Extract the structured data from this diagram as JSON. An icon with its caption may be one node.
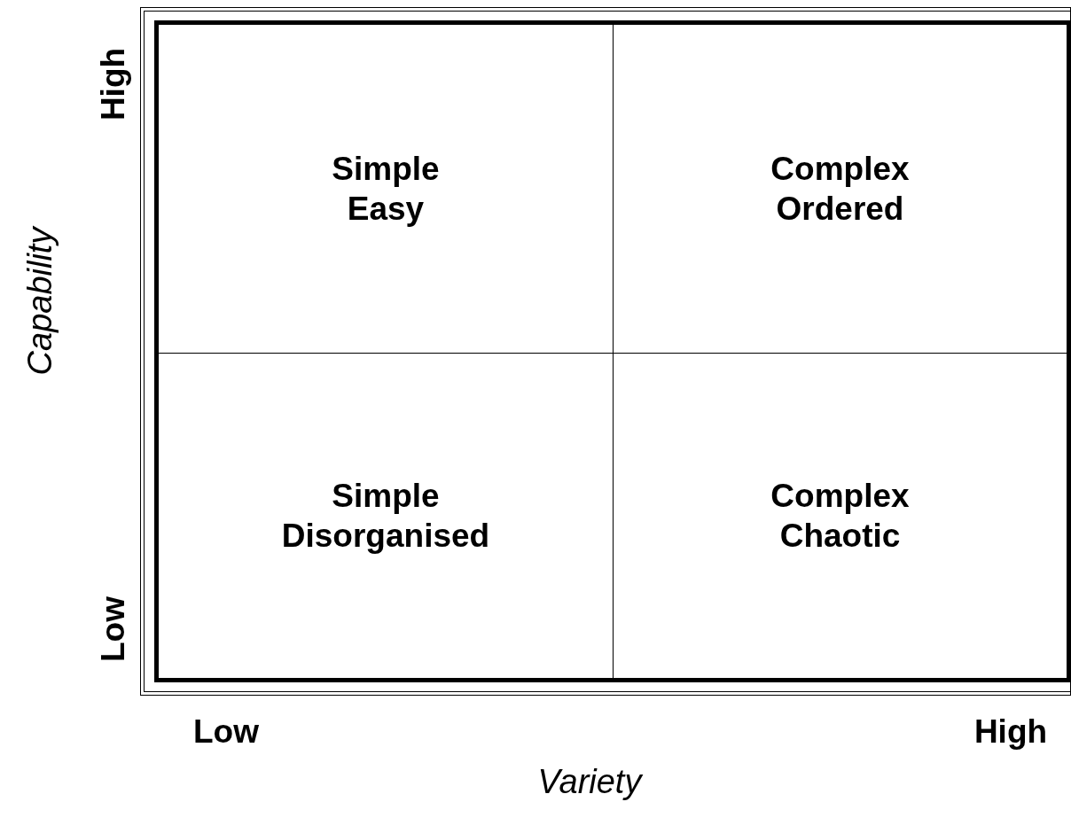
{
  "diagram": {
    "nodes": [
      {
        "text": [
          "Simple",
          "Easy"
        ]
      },
      {
        "text": [
          "Complex",
          "Ordered"
        ]
      },
      {
        "text": [
          "Simple",
          "Disorganised"
        ]
      },
      {
        "text": [
          "Complex",
          "Chaotic"
        ]
      }
    ],
    "labels": [
      "High",
      "Capability",
      "Low",
      "Low",
      "High",
      "Variety"
    ]
  }
}
